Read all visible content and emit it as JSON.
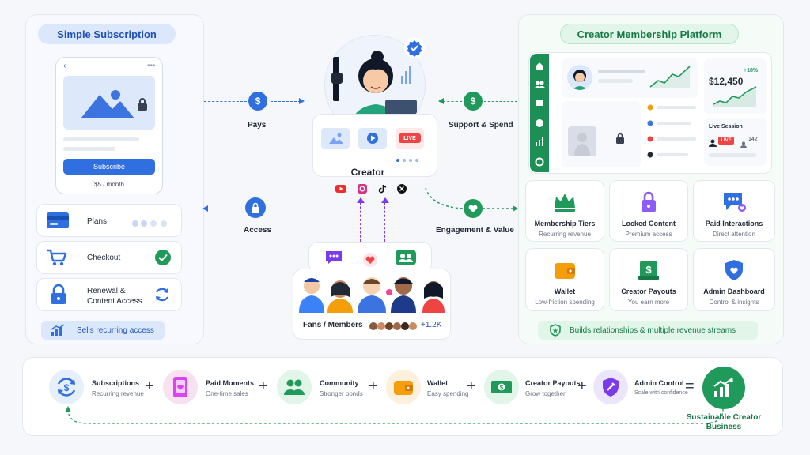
{
  "left": {
    "title": "Simple Subscription",
    "subscribe_label": "Subscribe",
    "price": "$5 / month",
    "rows": [
      {
        "label": "Plans"
      },
      {
        "label": "Checkout"
      },
      {
        "label": "Renewal &\nContent Access"
      }
    ],
    "footer": "Sells recurring access"
  },
  "center": {
    "creator_label": "Creator",
    "live_badge": "LIVE",
    "fans_label": "Fans / Members",
    "fans_count": "+1.2K"
  },
  "flows": {
    "pays": "Pays",
    "access": "Access",
    "support": "Support & Spend",
    "engagement": "Engagement & Value"
  },
  "right": {
    "title": "Creator Membership Platform",
    "revenue_value": "$12,450",
    "revenue_change": "+18%",
    "live_session": "Live Session",
    "live_badge": "LIVE",
    "viewers": "142",
    "tiles": [
      {
        "title": "Membership Tiers",
        "sub": "Recurring revenue"
      },
      {
        "title": "Locked Content",
        "sub": "Premium access"
      },
      {
        "title": "Paid Interactions",
        "sub": "Direct attention"
      },
      {
        "title": "Wallet",
        "sub": "Low-friction spending"
      },
      {
        "title": "Creator Payouts",
        "sub": "You earn more"
      },
      {
        "title": "Admin Dashboard",
        "sub": "Control & insights"
      }
    ],
    "footer": "Builds relationships & multiple revenue streams"
  },
  "bottom": {
    "steps": [
      {
        "title": "Subscriptions",
        "sub": "Recurring revenue"
      },
      {
        "title": "Paid Moments",
        "sub": "One-time sales"
      },
      {
        "title": "Community",
        "sub": "Stronger bonds"
      },
      {
        "title": "Wallet",
        "sub": "Easy spending"
      },
      {
        "title": "Creator Payouts",
        "sub": "Grow together"
      },
      {
        "title": "Admin Control",
        "sub": "Scale with confidence"
      }
    ],
    "plus": "+",
    "equals": "=",
    "result": "Sustainable Creator\nBusiness"
  },
  "colors": {
    "blue": "#2f6fe0",
    "green": "#1f9a5b",
    "purple": "#7c3aed",
    "pink": "#ec4899",
    "orange": "#f59e0b",
    "red": "#ef4444"
  }
}
